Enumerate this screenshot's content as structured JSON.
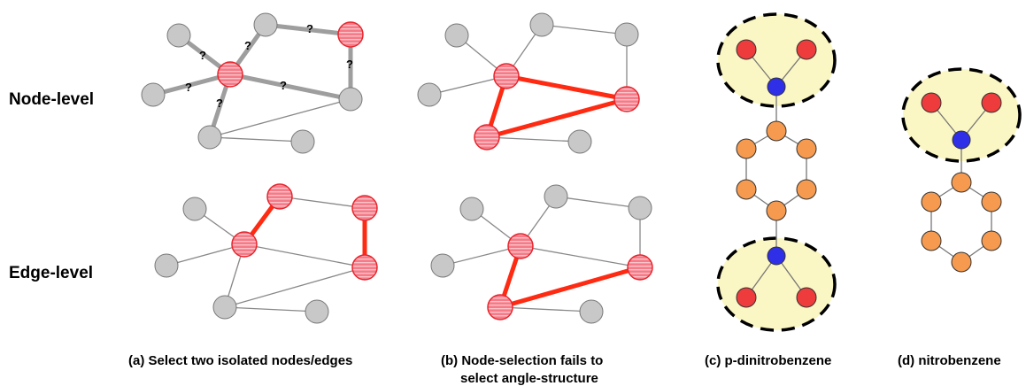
{
  "row_labels": {
    "node_level": "Node-level",
    "edge_level": "Edge-level"
  },
  "captions": {
    "a": "(a) Select two isolated nodes/edges",
    "b_line1": "(b) Node-selection fails to",
    "b_line2": "select angle-structure",
    "c": "(c) p-dinitrobenzene",
    "d": "(d) nitrobenzene"
  },
  "question_mark": "?",
  "colors": {
    "gray_node": "#c8c8c8",
    "selected_node": "#f26f7c",
    "selected_edge": "#ff2a12",
    "highlight_edge": "#9e9e9e",
    "oxygen": "#ee3b3b",
    "nitrogen": "#2f2fe8",
    "carbon": "#f59a4e",
    "nitro_region": "#fbf7c4"
  }
}
